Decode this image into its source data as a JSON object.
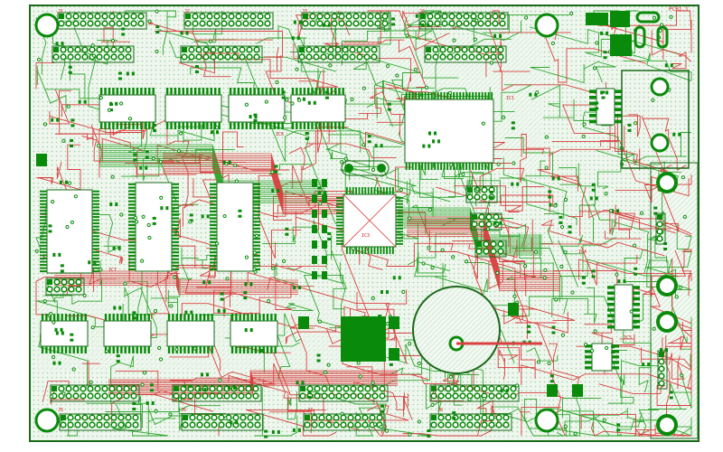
{
  "board": {
    "corner_label": "PCB1.1",
    "ic_labels": [
      "IC1",
      "IC2",
      "IC3",
      "IC4",
      "IC5",
      "IC6",
      "IC7"
    ],
    "connector_labels": [
      "J1",
      "J2",
      "J3",
      "J4",
      "J5",
      "J6",
      "J7",
      "J8"
    ]
  },
  "colors": {
    "background": "#ffffff",
    "board_fill": "#eef6ee",
    "copper_top": "#0a8a0a",
    "trace_top": "#2fa62f",
    "trace_bottom": "#d94040",
    "silkscreen": "#cc2222",
    "hatch": "#9fcf9f",
    "outline": "#1a6a1a"
  },
  "icons": {
    "mounting_hole": "mounting-hole-icon",
    "pad": "solder-pad-icon"
  }
}
